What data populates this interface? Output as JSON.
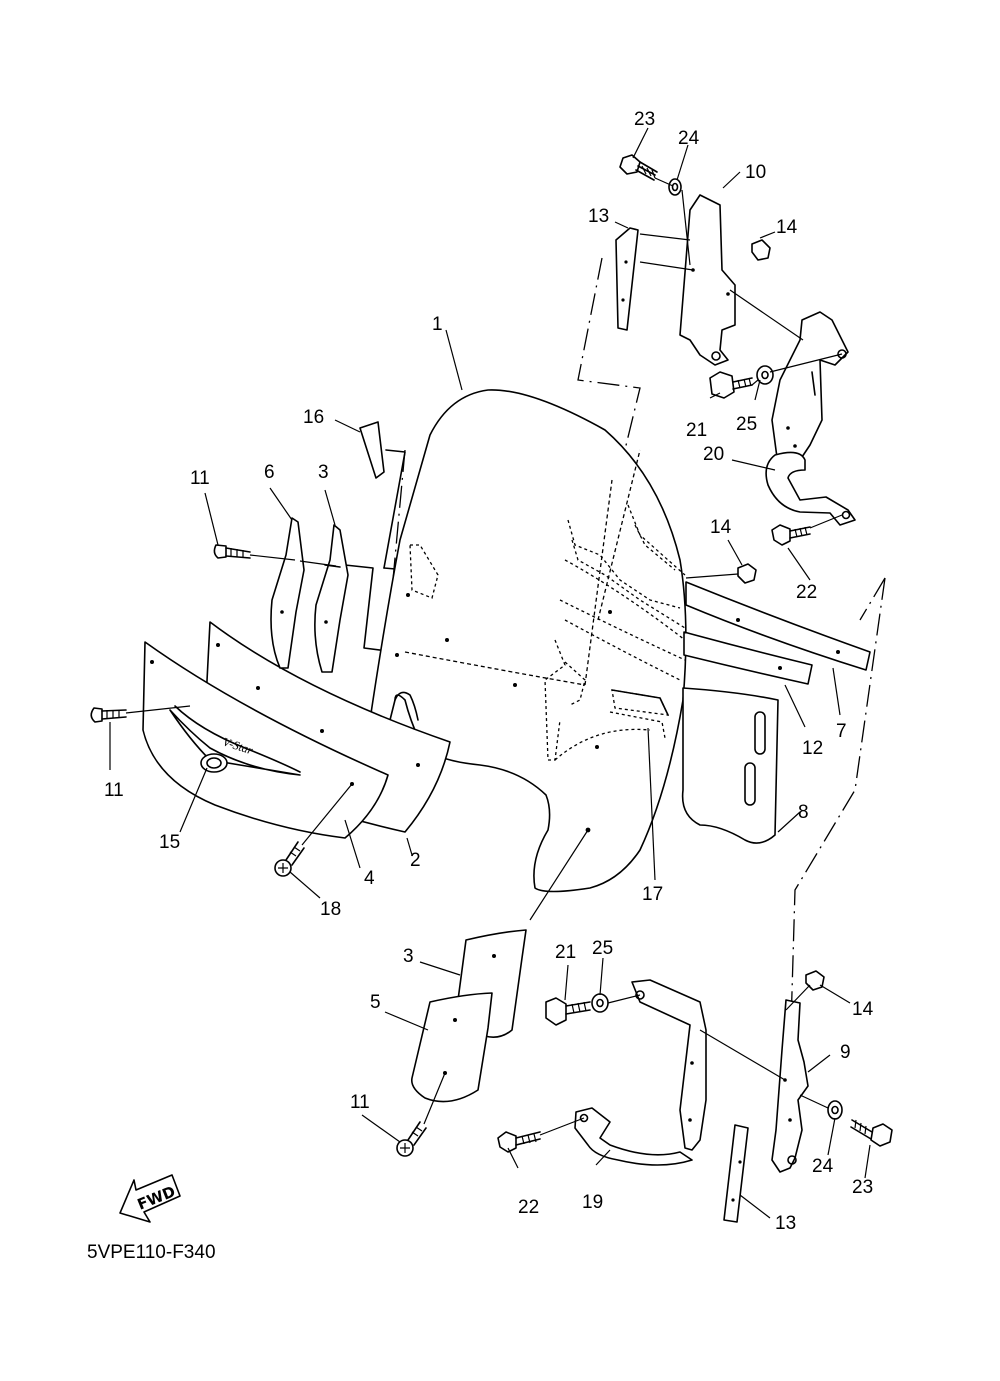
{
  "diagram": {
    "drawing_code": "5VPE110-F340",
    "fwd_label": "FWD",
    "emblem_text": "V-Star",
    "part_labels": [
      {
        "id": "label-1",
        "text": "1"
      },
      {
        "id": "label-2",
        "text": "2"
      },
      {
        "id": "label-3a",
        "text": "3"
      },
      {
        "id": "label-3b",
        "text": "3"
      },
      {
        "id": "label-4",
        "text": "4"
      },
      {
        "id": "label-5",
        "text": "5"
      },
      {
        "id": "label-6",
        "text": "6"
      },
      {
        "id": "label-7",
        "text": "7"
      },
      {
        "id": "label-8",
        "text": "8"
      },
      {
        "id": "label-9",
        "text": "9"
      },
      {
        "id": "label-10",
        "text": "10"
      },
      {
        "id": "label-11a",
        "text": "11"
      },
      {
        "id": "label-11b",
        "text": "11"
      },
      {
        "id": "label-11c",
        "text": "11"
      },
      {
        "id": "label-12",
        "text": "12"
      },
      {
        "id": "label-13a",
        "text": "13"
      },
      {
        "id": "label-13b",
        "text": "13"
      },
      {
        "id": "label-14a",
        "text": "14"
      },
      {
        "id": "label-14b",
        "text": "14"
      },
      {
        "id": "label-14c",
        "text": "14"
      },
      {
        "id": "label-15",
        "text": "15"
      },
      {
        "id": "label-16",
        "text": "16"
      },
      {
        "id": "label-17",
        "text": "17"
      },
      {
        "id": "label-18",
        "text": "18"
      },
      {
        "id": "label-19",
        "text": "19"
      },
      {
        "id": "label-20",
        "text": "20"
      },
      {
        "id": "label-21a",
        "text": "21"
      },
      {
        "id": "label-21b",
        "text": "21"
      },
      {
        "id": "label-22a",
        "text": "22"
      },
      {
        "id": "label-22b",
        "text": "22"
      },
      {
        "id": "label-23a",
        "text": "23"
      },
      {
        "id": "label-23b",
        "text": "23"
      },
      {
        "id": "label-24a",
        "text": "24"
      },
      {
        "id": "label-24b",
        "text": "24"
      },
      {
        "id": "label-25a",
        "text": "25"
      },
      {
        "id": "label-25b",
        "text": "25"
      }
    ]
  }
}
